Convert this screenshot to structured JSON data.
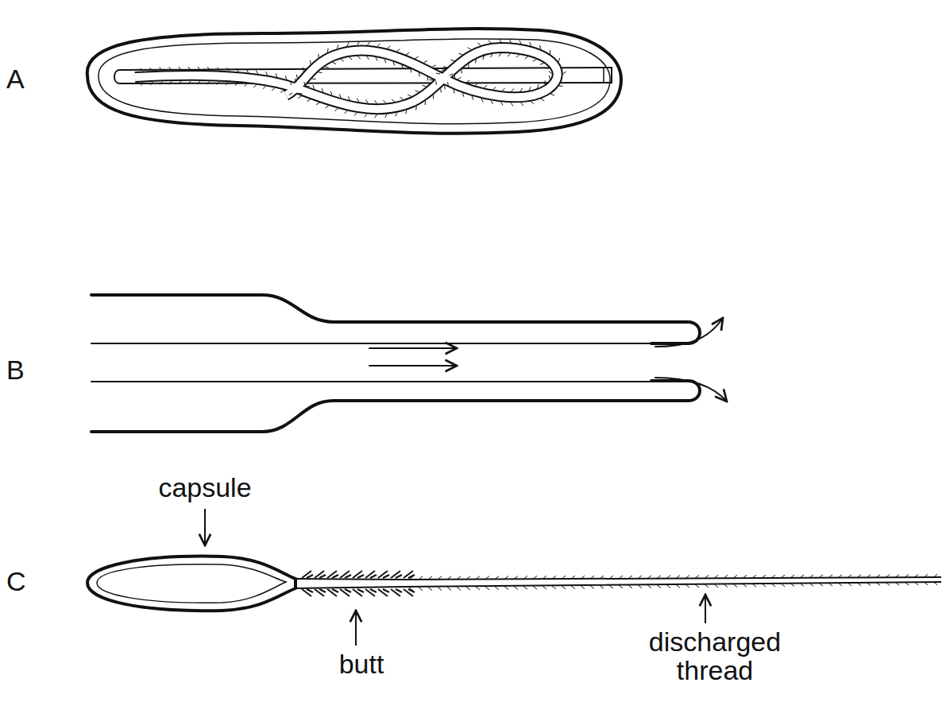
{
  "diagram": {
    "labels": [
      "A",
      "B",
      "C",
      "capsule",
      "butt",
      "discharged thread"
    ]
  }
}
